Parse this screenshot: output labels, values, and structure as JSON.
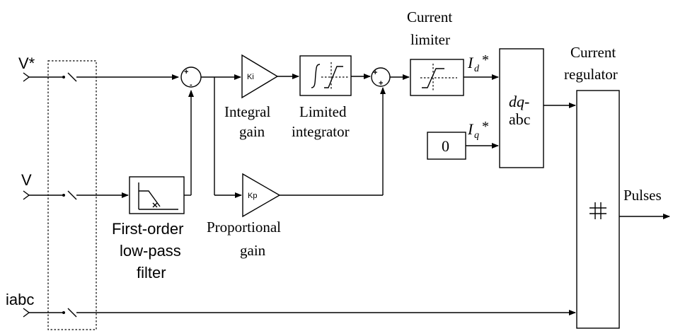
{
  "inputs": {
    "vref": "V*",
    "v": "V",
    "iabc": "iabc"
  },
  "blocks": {
    "sum1_plus": "+",
    "sum1_minus": "-",
    "sum2_plus_left": "+",
    "sum2_plus_bottom": "+",
    "ki": "Ki",
    "kp": "Kp",
    "zero": "0",
    "dq_line1": "dq-",
    "dq_line2": "abc"
  },
  "labels": {
    "integral_gain_1": "Integral",
    "integral_gain_2": "gain",
    "limited_integrator_1": "Limited",
    "limited_integrator_2": "integrator",
    "current_limiter_1": "Current",
    "current_limiter_2": "limiter",
    "proportional_gain_1": "Proportional",
    "proportional_gain_2": "gain",
    "filter_1": "First-order",
    "filter_2": "low-pass",
    "filter_3": "filter",
    "current_regulator_1": "Current",
    "current_regulator_2": "regulator",
    "id_main": "I",
    "id_sub": "d",
    "id_sup": "*",
    "iq_main": "I",
    "iq_sub": "q",
    "iq_sup": "*",
    "pulses": "Pulses"
  }
}
